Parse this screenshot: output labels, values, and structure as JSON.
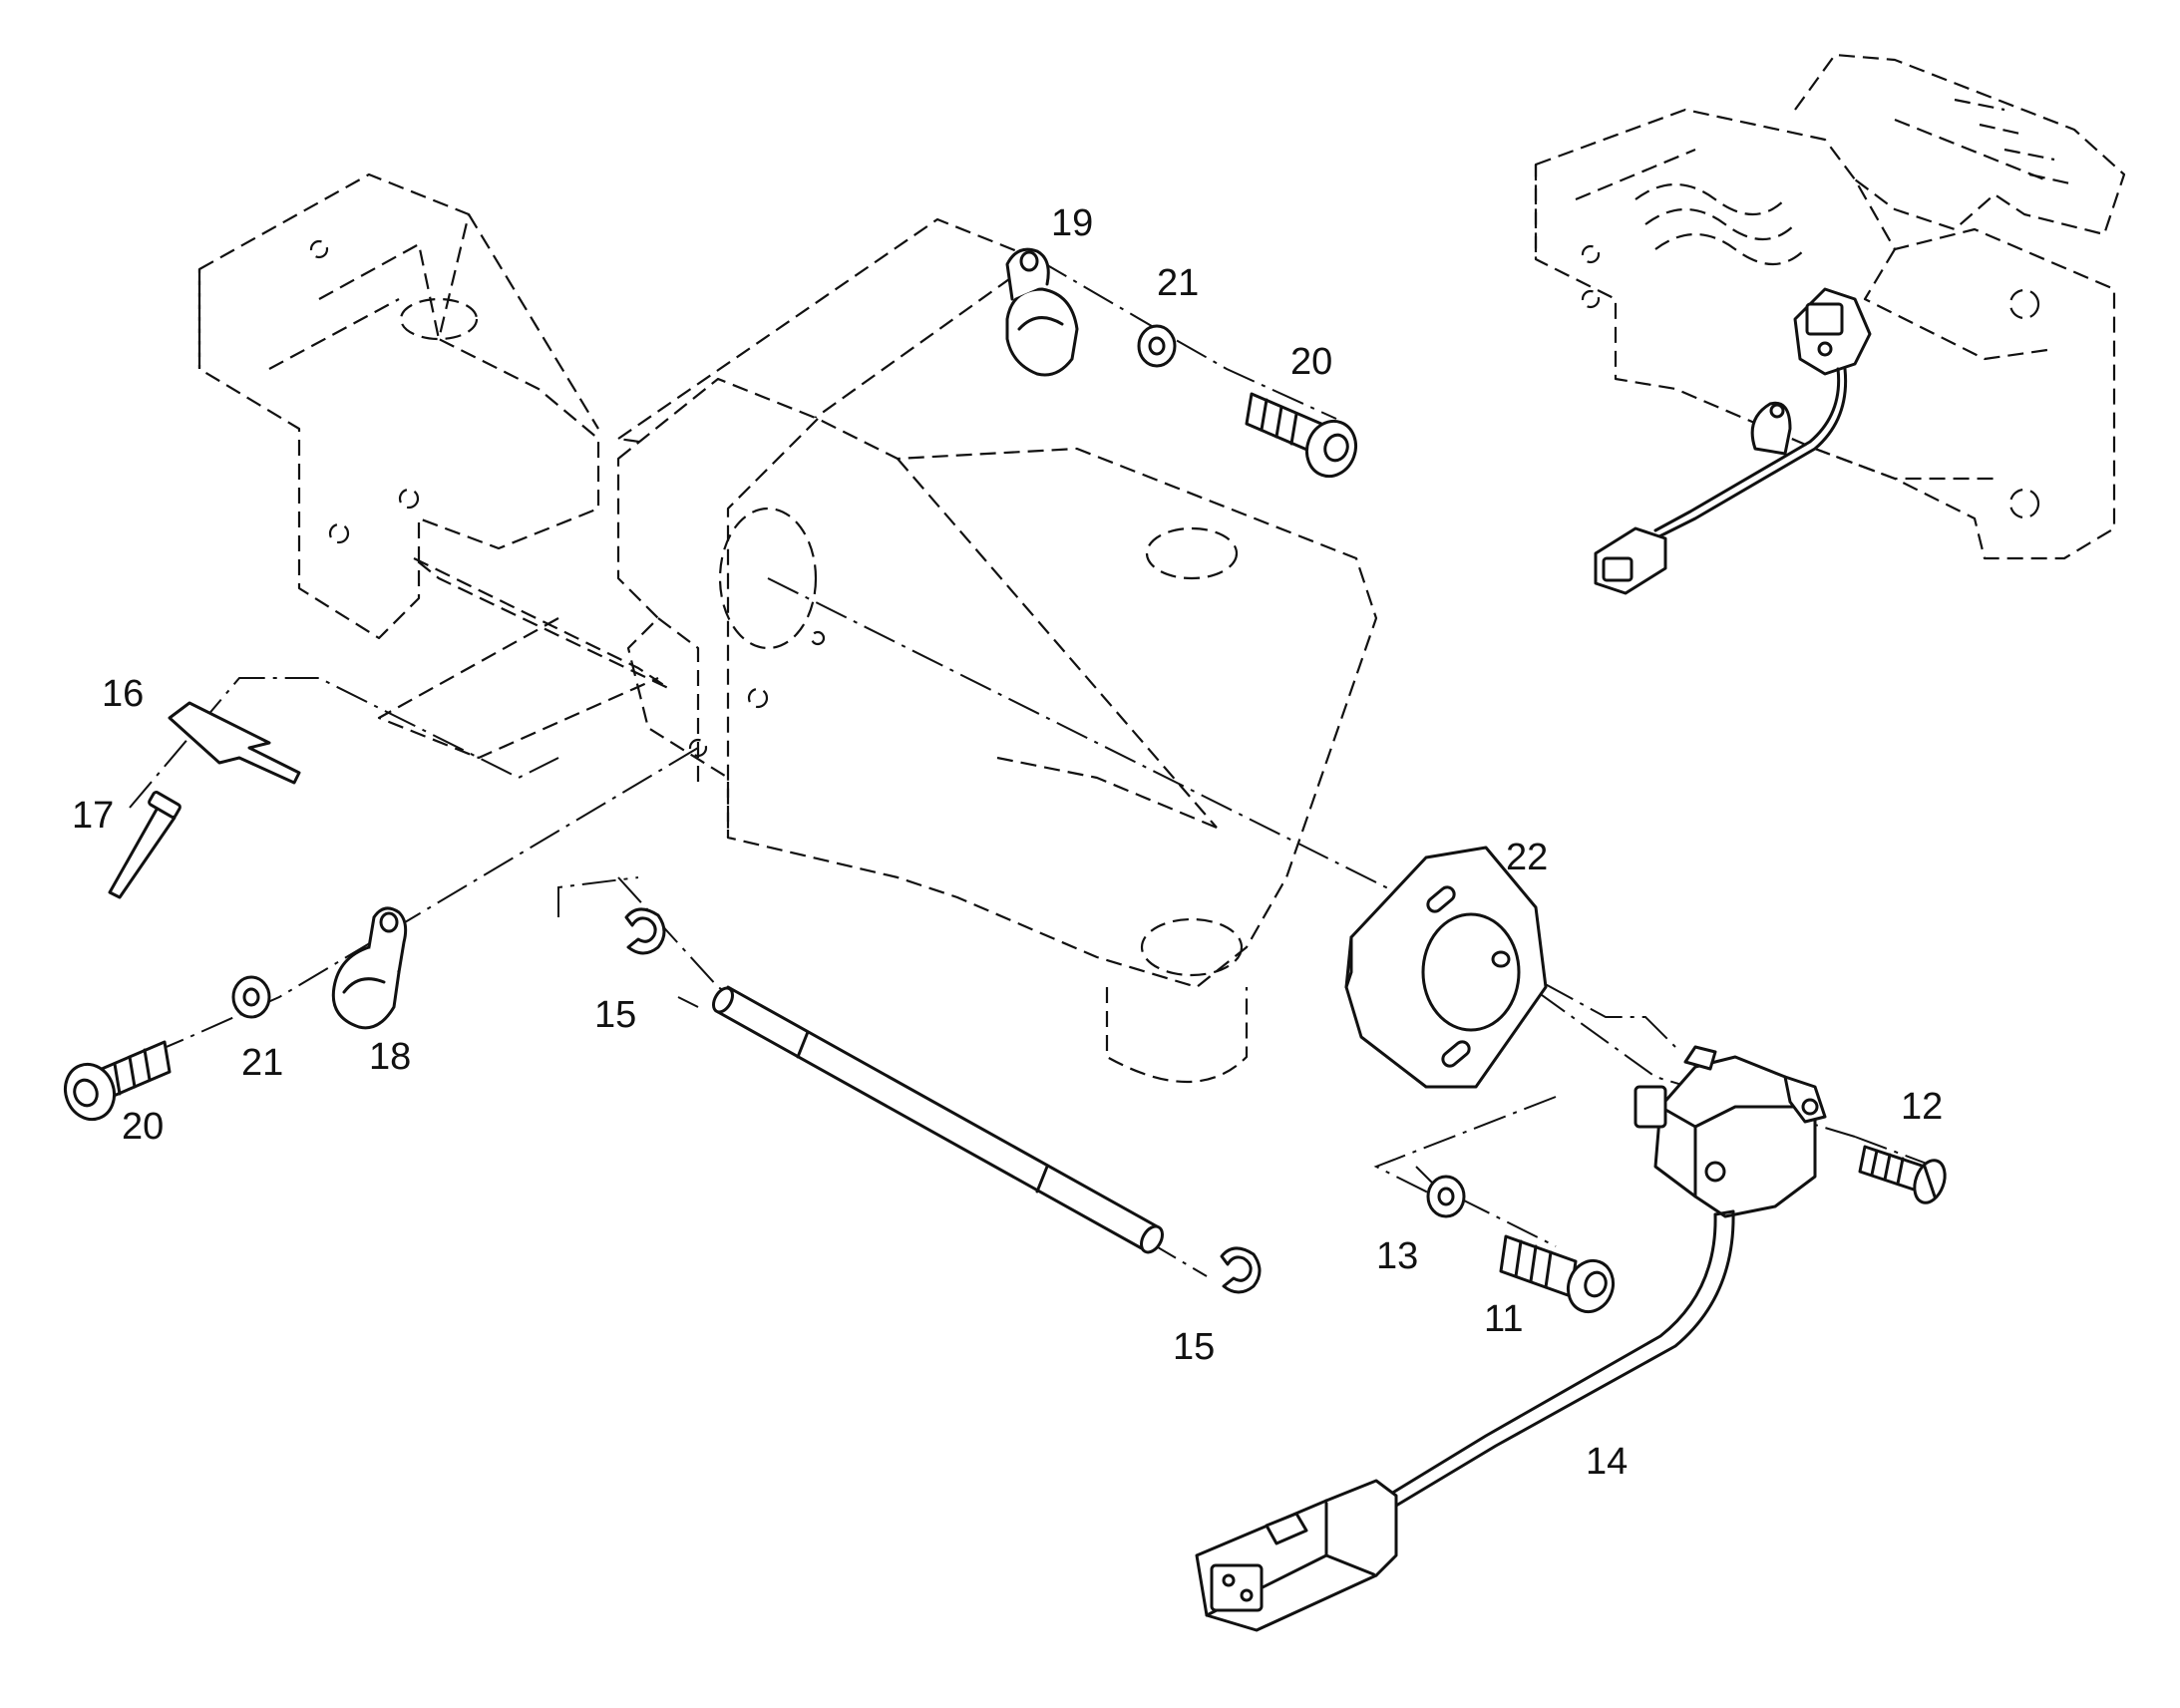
{
  "callouts": {
    "p11": "11",
    "p12": "12",
    "p13": "13",
    "p14": "14",
    "p15a": "15",
    "p15b": "15",
    "p16": "16",
    "p17": "17",
    "p18": "18",
    "p19": "19",
    "p20a": "20",
    "p20b": "20",
    "p21a": "21",
    "p21b": "21",
    "p22": "22"
  },
  "style": {
    "line_color": "#111111",
    "background": "#ffffff"
  }
}
